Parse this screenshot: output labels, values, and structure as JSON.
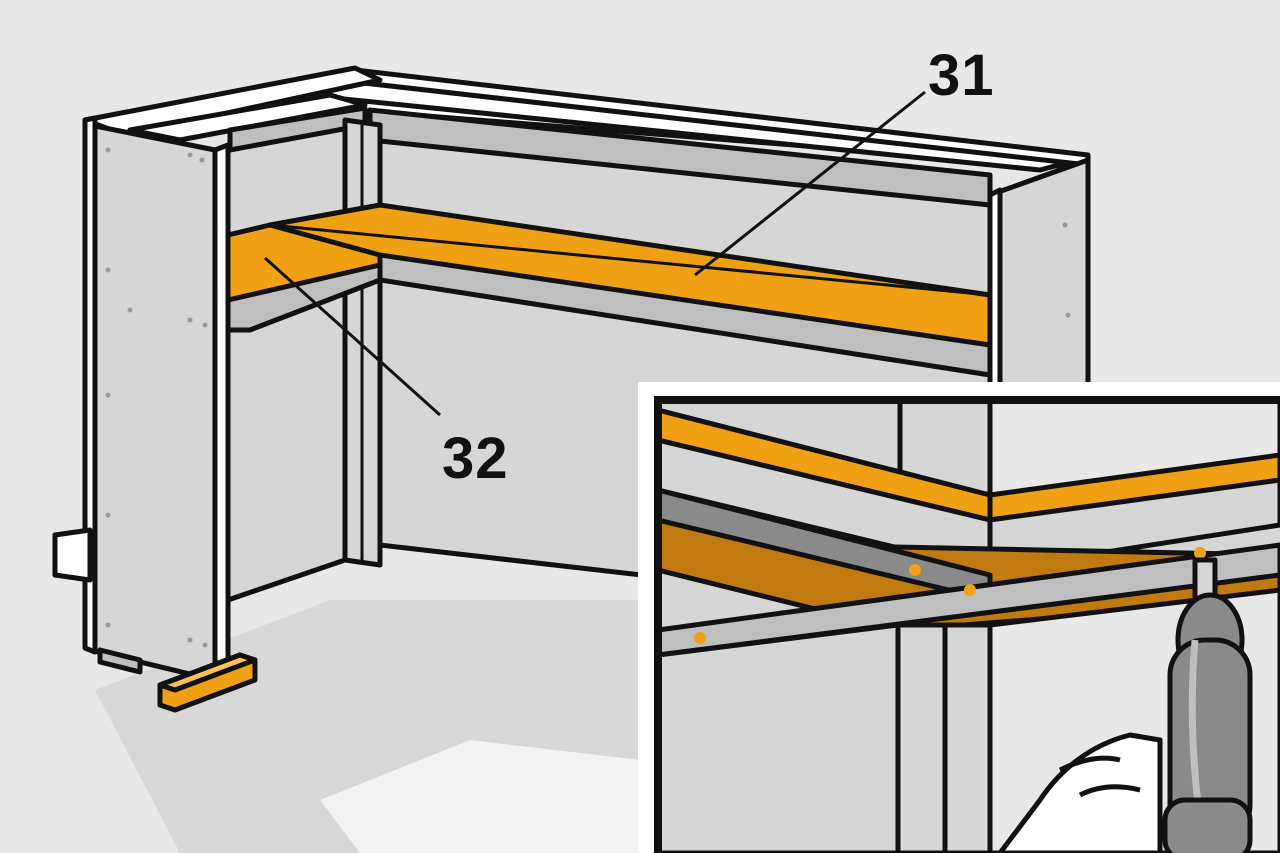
{
  "illustration": {
    "callouts": [
      {
        "id": "31",
        "label": "31"
      },
      {
        "id": "32",
        "label": "32"
      }
    ],
    "colors": {
      "background": "#e8e8e8",
      "panel_gray": "#d6d6d6",
      "frame_gray": "#bfbfbf",
      "accent_orange": "#f0a013",
      "dark_orange": "#c07a10",
      "outline": "#111111",
      "white": "#ffffff",
      "drill_gray": "#8a8a8a"
    },
    "detail_inset": {
      "icons": [
        "power-drill-icon",
        "hand-icon",
        "screw-icon"
      ]
    }
  }
}
